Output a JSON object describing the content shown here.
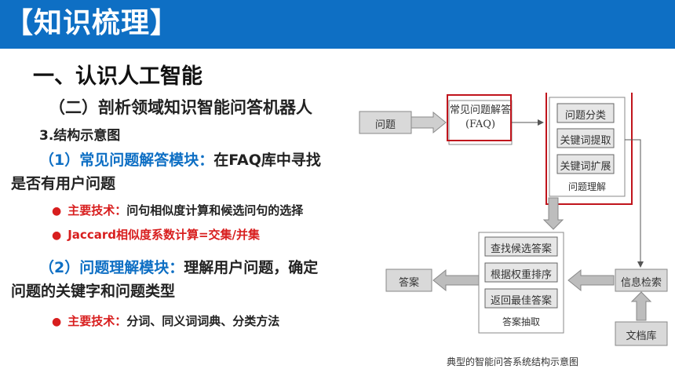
{
  "header": {
    "title": "【知识梳理】",
    "bg_color": "#0e6fc4"
  },
  "heading1": "一、认识人工智能",
  "heading2": "（二）剖析领域知识智能问答机器人",
  "heading3": "3.结构示意图",
  "section1": {
    "label": "（1）常见问题解答模块：",
    "text_a": "在FAQ库中寻找",
    "text_b": "是否有用户问题",
    "bullets": [
      {
        "key": "主要技术：",
        "text": "问句相似度计算和候选问句的选择"
      },
      {
        "key": "Jaccard相似度系数计算=交集/并集",
        "text": ""
      }
    ]
  },
  "section2": {
    "label": "（2）问题理解模块：",
    "text_a": "理解用户问题，确定",
    "text_b": "问题的关键字和问题类型",
    "bullets": [
      {
        "key": "主要技术：",
        "text": "分词、同义词词典、分类方法"
      }
    ]
  },
  "diagram": {
    "question": "问题",
    "faq_line1": "常见问题解答",
    "faq_line2": "(FAQ)",
    "q_classify": "问题分类",
    "kw_extract": "关键词提取",
    "kw_expand": "关键词扩展",
    "q_understand": "问题理解",
    "find_candidates": "查找候选答案",
    "rank_by_weight": "根据权重排序",
    "return_best": "返回最佳答案",
    "answer_extract": "答案抽取",
    "answer": "答案",
    "info_retrieval": "信息检索",
    "doc_base": "文档库",
    "caption": "典型的智能问答系统结构示意图",
    "highlight_color": "#c0141c"
  }
}
